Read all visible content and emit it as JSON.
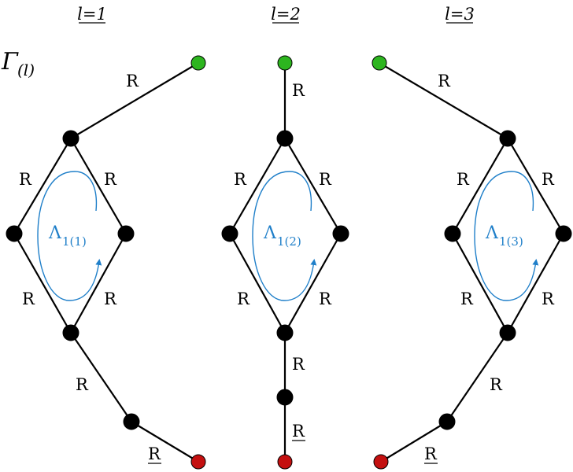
{
  "headers": [
    "l=1",
    "l=2",
    "l=3"
  ],
  "gamma": {
    "symbol": "Γ",
    "subscript": "(l)"
  },
  "edge_label": "R",
  "loops": [
    {
      "symbol": "Λ",
      "subscript": "1(1)"
    },
    {
      "symbol": "Λ",
      "subscript": "1(2)"
    },
    {
      "symbol": "Λ",
      "subscript": "1(3)"
    }
  ],
  "colors": {
    "source": "#2db51f",
    "sink": "#c41010",
    "node": "#000000",
    "loop": "#1f7fc9"
  }
}
